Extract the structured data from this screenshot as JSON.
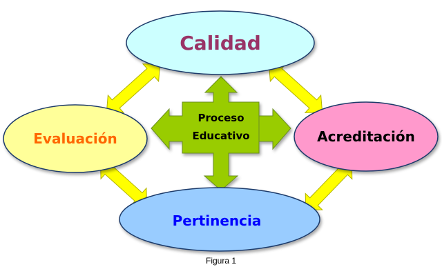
{
  "diagram": {
    "center": {
      "line1": "Proceso",
      "line2": "Educativo"
    },
    "nodes": {
      "calidad": {
        "label": "Calidad",
        "fill": "#CCFFFF",
        "text_color": "#993366"
      },
      "evaluacion": {
        "label": "Evaluación",
        "fill": "#FFFF99",
        "text_color": "#FF6600"
      },
      "acreditacion": {
        "label": "Acreditación",
        "fill": "#FF99CC",
        "text_color": "#000000"
      },
      "pertinencia": {
        "label": "Pertinencia",
        "fill": "#99CCFF",
        "text_color": "#0000FF"
      }
    },
    "colors": {
      "center_fill": "#99CC00",
      "center_stroke": "#6B8E23",
      "arrow_fill": "#FFFF00",
      "arrow_stroke": "#B3B300",
      "node_stroke": "#1F3B6B"
    },
    "caption": "Figura 1"
  }
}
